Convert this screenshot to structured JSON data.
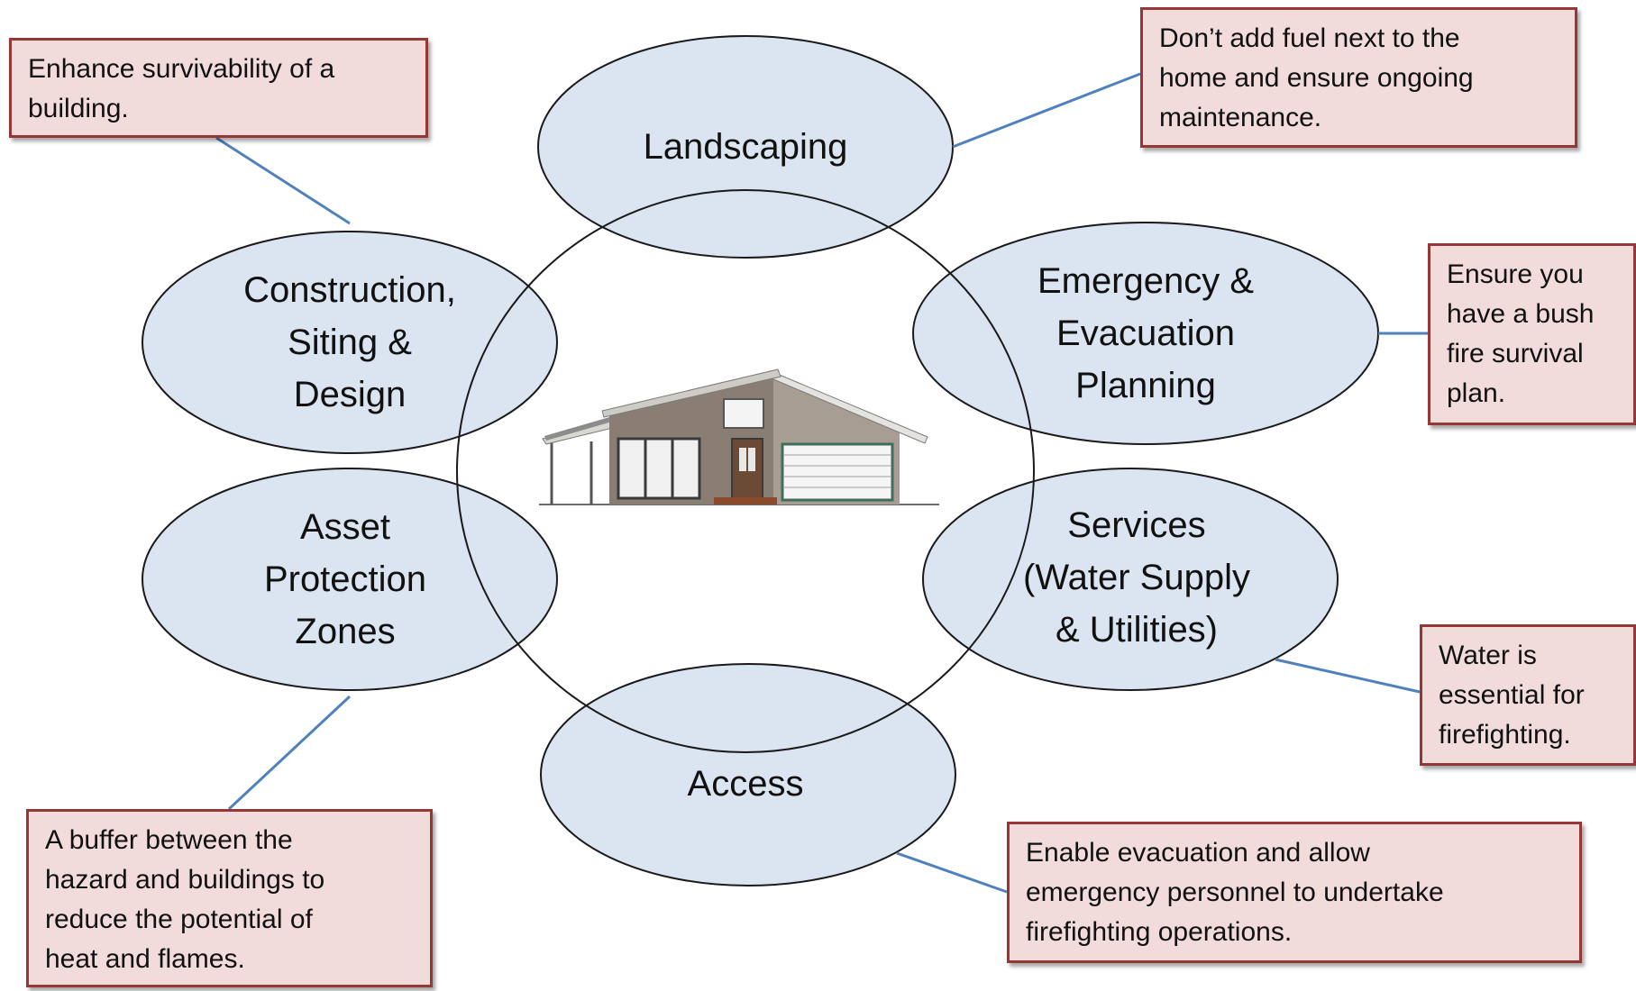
{
  "colors": {
    "ellipse_fill": "#dbe5f1",
    "ellipse_stroke": "#1a1a1a",
    "note_fill": "#f2dcdb",
    "note_border": "#953735",
    "connector": "#4f81bd"
  },
  "categories": {
    "landscaping": "Landscaping",
    "construction": "Construction,\nSiting &\nDesign",
    "emergency": "Emergency &\nEvacuation\nPlanning",
    "apz": "Asset\nProtection\nZones",
    "services": "Services\n(Water Supply\n& Utilities)",
    "access": "Access"
  },
  "notes": {
    "construction": "Enhance survivability of a\nbuilding.",
    "landscaping": "Don’t add fuel next to the\nhome and ensure ongoing\nmaintenance.",
    "emergency": "Ensure you\nhave a bush\nfire survival\nplan.",
    "services": "Water is\nessential for\nfirefighting.",
    "access": "Enable evacuation and allow\nemergency personnel to undertake\nfirefighting operations.",
    "apz": "A buffer between the\nhazard and buildings to\nreduce the potential of\nheat and flames."
  },
  "center_icon": "house-icon"
}
